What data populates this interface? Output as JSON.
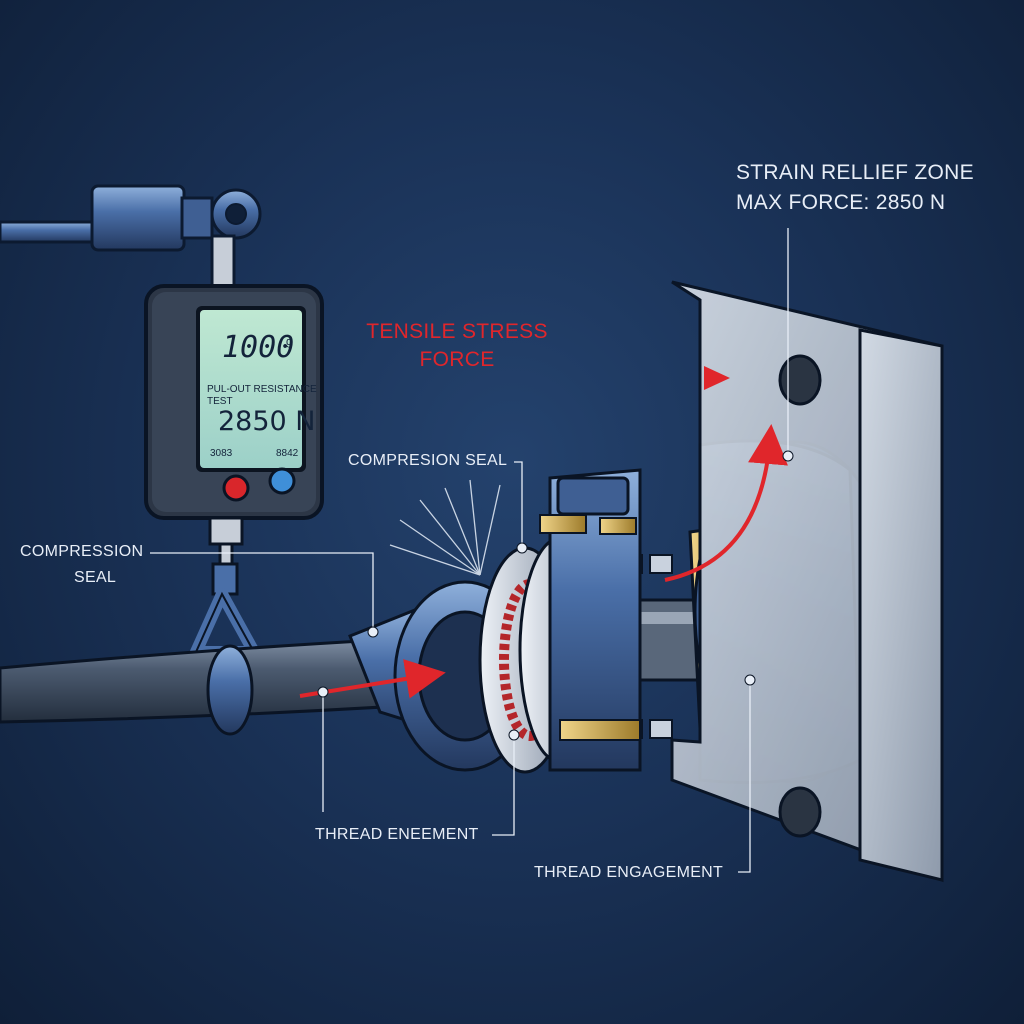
{
  "gauge": {
    "top_reading": "1000",
    "top_reading_unit_glyph": "g",
    "test_label_line1": "PUL-OUT RESISTANCE",
    "test_label_line2": "TEST",
    "force_reading": "2850 N",
    "footer_left": "3083",
    "footer_right": "8842"
  },
  "labels": {
    "strain_relief_line1": "STRAIN RELLIEF ZONE",
    "strain_relief_line2": "MAX FORCE: 2850 N",
    "tensile_line1": "TENSILE STRESS",
    "tensile_line2": "FORCE",
    "compression_seal_top": "COMPRESION SEAL",
    "compression_seal_left_line1": "COMPRESSION",
    "compression_seal_left_line2": "SEAL",
    "thread_eneement": "THREAD ENEEMENT",
    "thread_engagement": "THREAD ENGAGEMENT"
  },
  "colors": {
    "background": "#1a3257",
    "accent_red": "#e0262b",
    "label_text": "#e8eef7",
    "lcd_screen": "#a8d9c4",
    "fitting_blue": "#4a6fa8",
    "brass_ring": "#c9a24a"
  }
}
